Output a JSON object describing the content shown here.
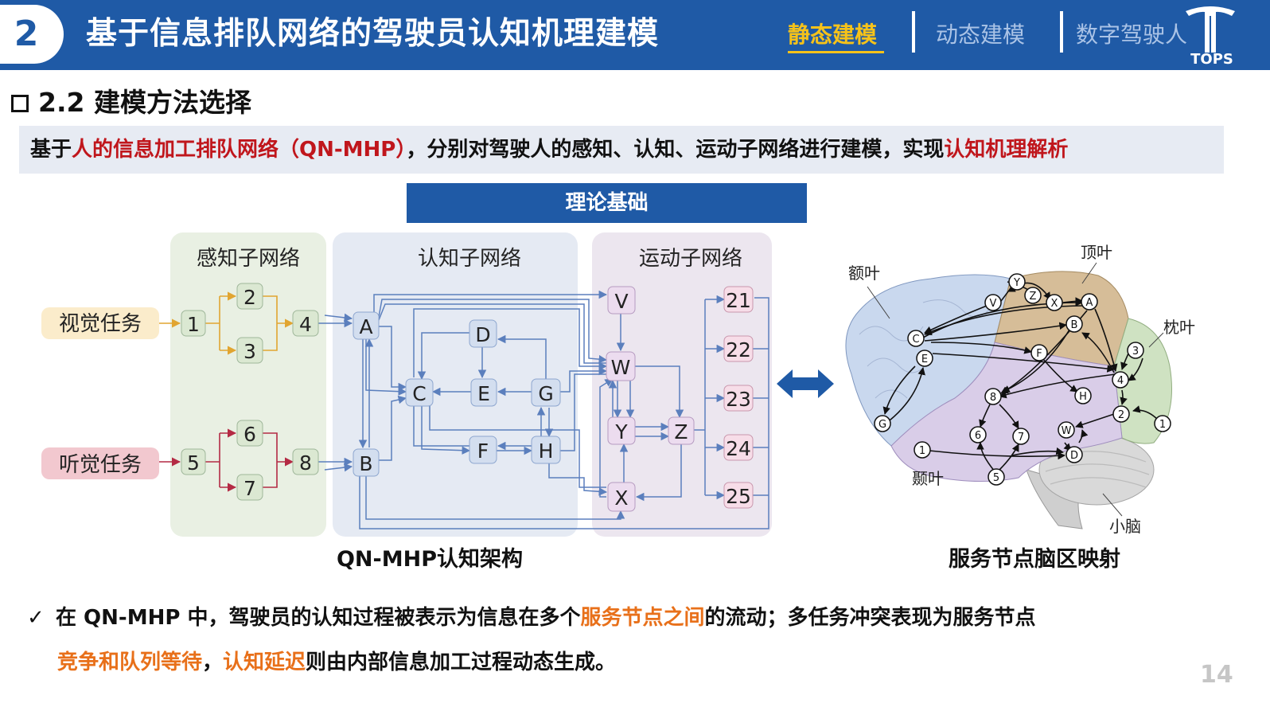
{
  "header": {
    "section_number": "2",
    "title": "基于信息排队网络的驾驶员认知机理建模",
    "tabs": [
      {
        "label": "静态建模",
        "active": true
      },
      {
        "label": "动态建模",
        "active": false
      },
      {
        "label": "数字驾驶人",
        "active": false
      }
    ],
    "logo_text": "TOPS"
  },
  "section": {
    "title": "2.2 建模方法选择"
  },
  "banner": {
    "p1": "基于",
    "p2": "人的信息加工排队网络（QN-MHP）",
    "p3": "，分别对驾驶人的感知、认知、运动子网络进行建模，实现",
    "p4": "认知机理解析"
  },
  "theory_label": "理论基础",
  "qn": {
    "perception_title": "感知子网络",
    "cognition_title": "认知子网络",
    "motor_title": "运动子网络",
    "visual_task": "视觉任务",
    "auditory_task": "听觉任务",
    "perception_nodes": [
      "1",
      "2",
      "3",
      "4",
      "5",
      "6",
      "7",
      "8"
    ],
    "cognition_nodes": [
      "A",
      "B",
      "C",
      "D",
      "E",
      "F",
      "G",
      "H"
    ],
    "motor_nodes": [
      "V",
      "W",
      "X",
      "Y",
      "Z"
    ],
    "output_nodes": [
      "21",
      "22",
      "23",
      "24",
      "25"
    ],
    "caption": "QN-MHP认知架构"
  },
  "brain": {
    "labels": {
      "frontal": "额叶",
      "parietal": "顶叶",
      "occipital": "枕叶",
      "temporal": "颞叶",
      "cerebellum": "小脑"
    },
    "nodes": [
      "Y",
      "V",
      "Z",
      "X",
      "A",
      "C",
      "E",
      "B",
      "F",
      "3",
      "4",
      "H",
      "8",
      "G",
      "2",
      "1",
      "W",
      "6",
      "7",
      "D",
      "5"
    ],
    "caption": "服务节点脑区映射"
  },
  "bullets": {
    "check": "✓",
    "a1": "在 QN-MHP 中，驾驶员的认知过程被表示为信息在多个",
    "a2": "服务节点之间",
    "a3": "的流动；多任务冲突表现为服务节点",
    "b1": "竞争和队列等待",
    "b2": "，",
    "b3": "认知延迟",
    "b4": "则由内部信息加工过程动态生成。"
  },
  "page_number": "14",
  "colors": {
    "brand_blue": "#1f5aa6",
    "accent_yellow": "#f5c21a",
    "highlight_red": "#c0161c",
    "highlight_orange": "#e8701a"
  }
}
